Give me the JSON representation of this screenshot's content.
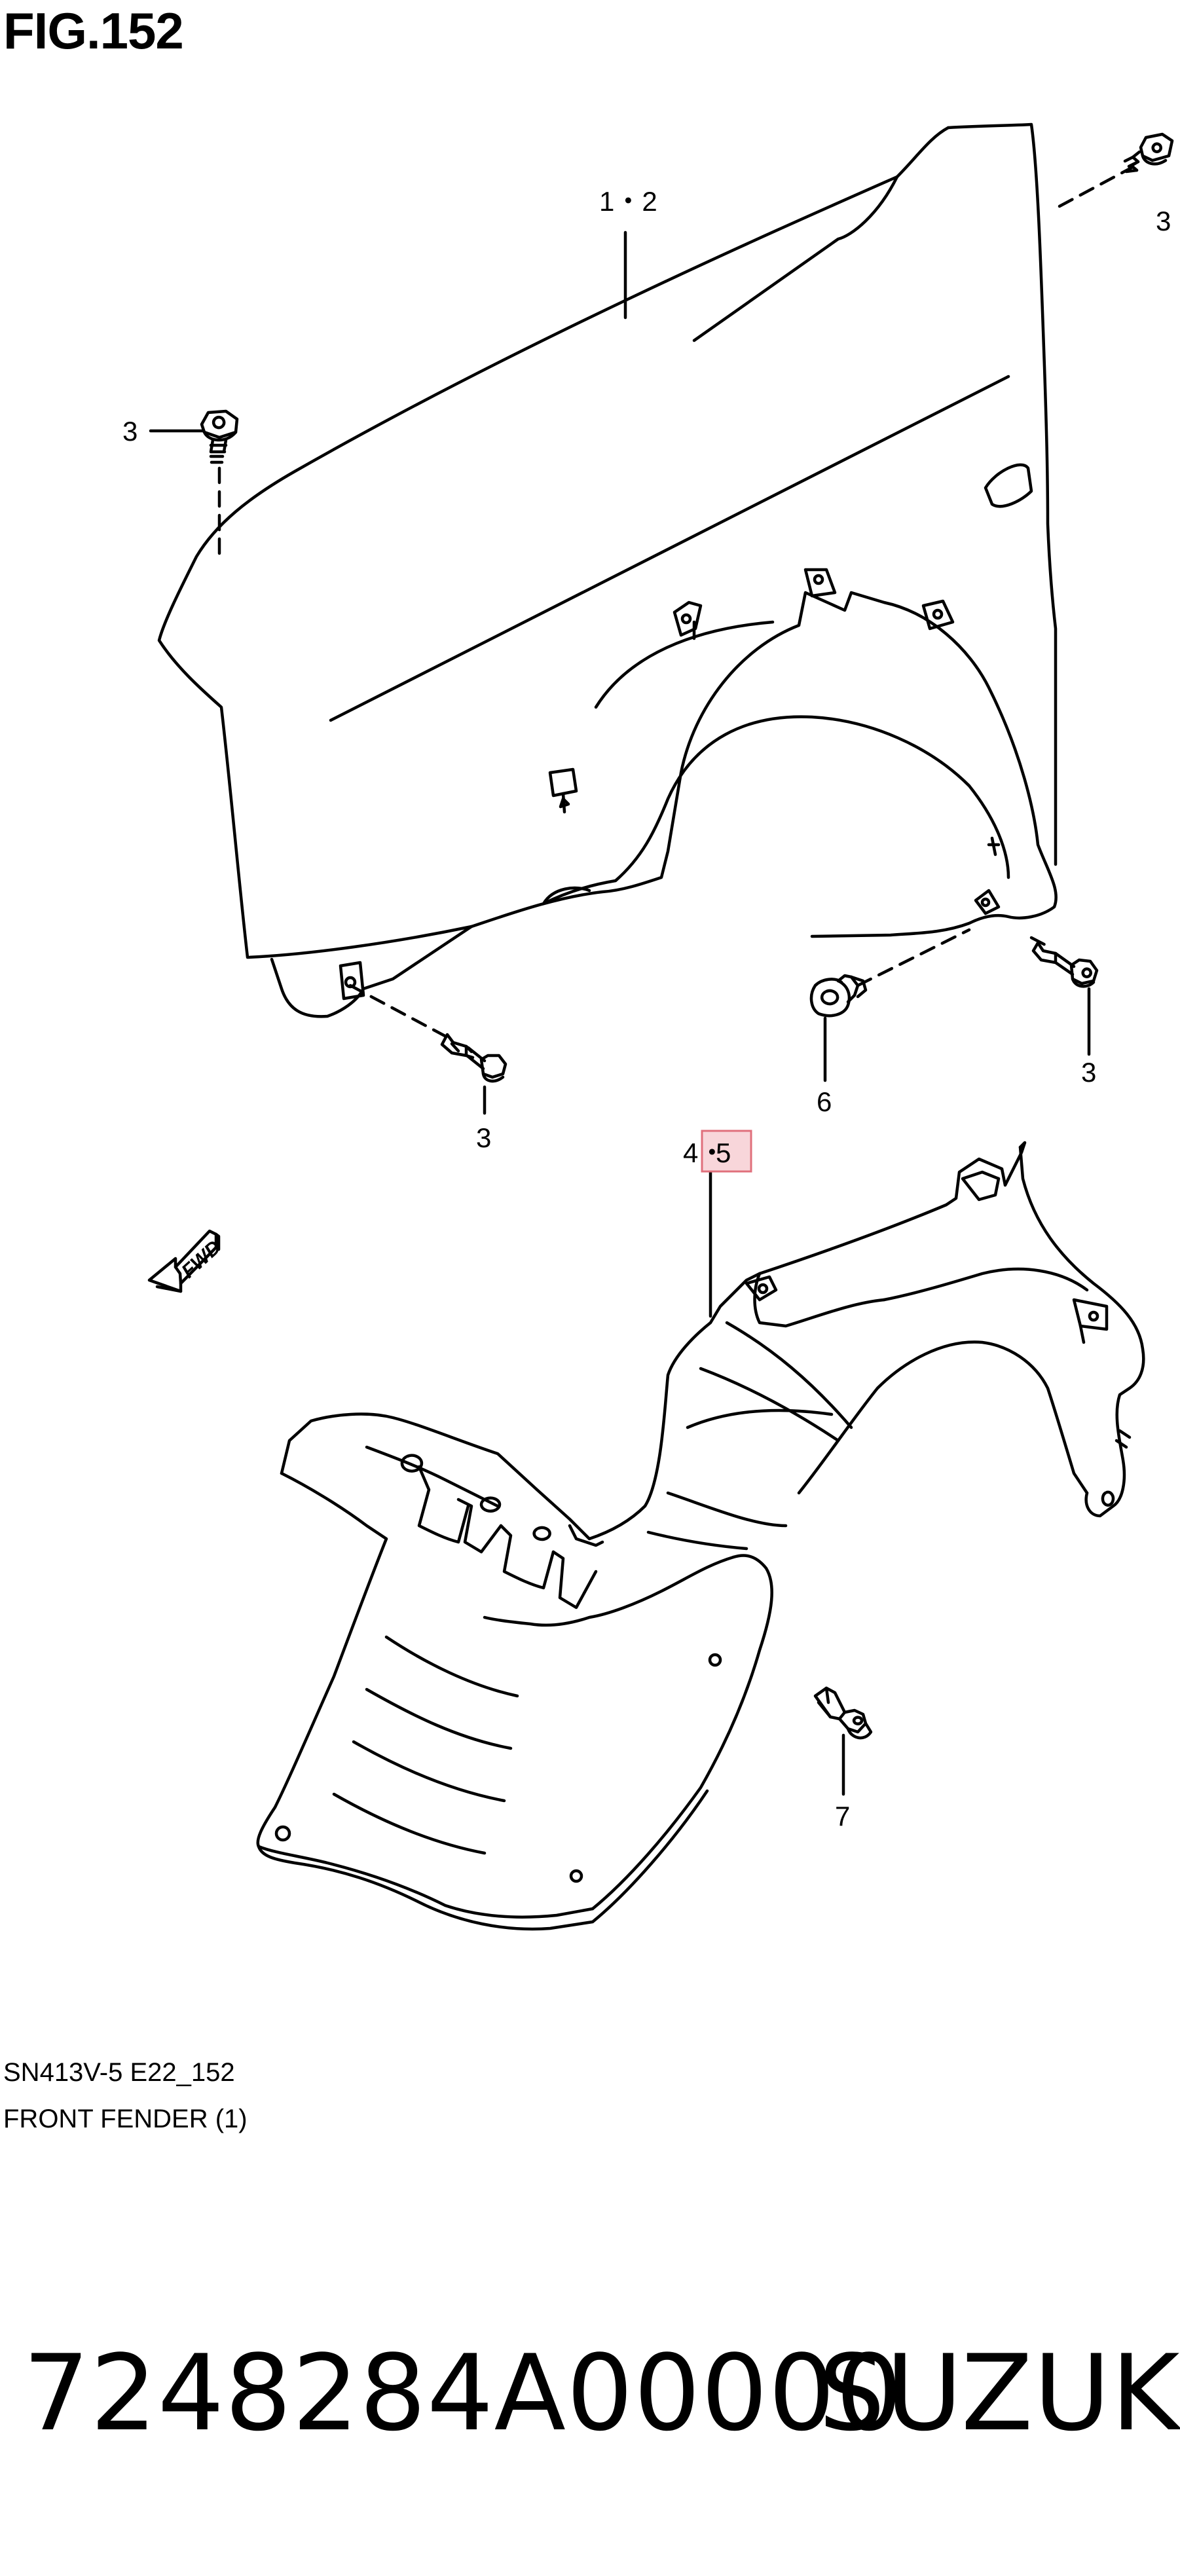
{
  "figure": {
    "title": "FIG.152"
  },
  "callouts": {
    "fender": "1・2",
    "bolt_top_right": "3",
    "bolt_left": "3",
    "bolt_bottom": "3",
    "bolt_right": "3",
    "liner_prefix": "4・",
    "liner_highlight": "5",
    "clip_fender": "6",
    "clip_liner": "7"
  },
  "fwd_label": "FWD",
  "footer": {
    "model_code": "SN413V-5 E22_152",
    "group_name": "FRONT FENDER (1)"
  },
  "part_number": "7248284A00000",
  "brand": "SUZUKI",
  "colors": {
    "line": "#000000",
    "highlight_fill": "#f8d6da",
    "highlight_border": "#e0707c"
  }
}
